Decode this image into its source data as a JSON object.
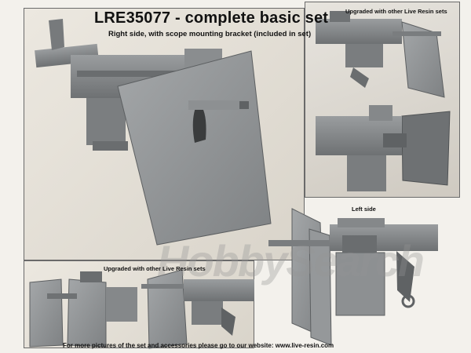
{
  "title": "LRE35077 - complete basic set",
  "subtitle": "Right side, with scope mounting bracket (included in set)",
  "upgraded_top_right": "Upgraded with other Live Resin sets",
  "left_side_label": "Left side",
  "upgraded_bottom_left": "Upgraded with other Live Resin sets",
  "footer_text": "For more pictures of the set and accessories please go to our website: www.live-resin.com",
  "watermark": "HobbySearch",
  "colors": {
    "resin_gray": "#8f9294",
    "background": "#f3f1ec"
  }
}
